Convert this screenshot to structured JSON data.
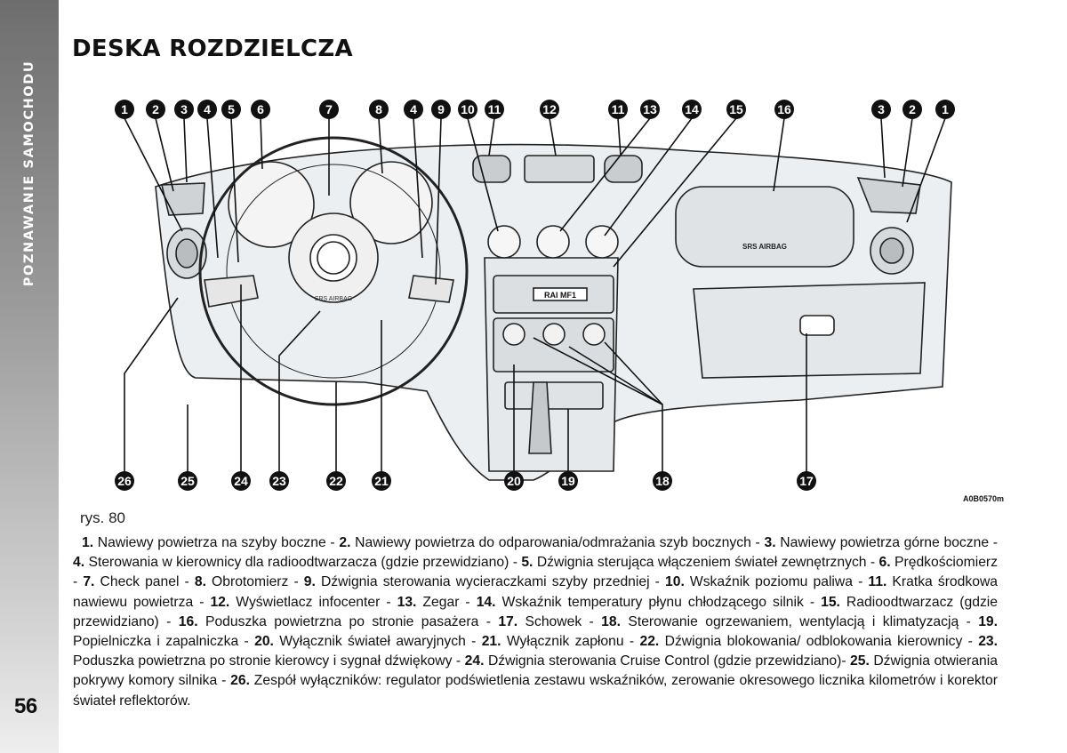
{
  "sidebar": {
    "section_label": "POZNAWANIE SAMOCHODU"
  },
  "page": {
    "number": "56",
    "title": "DESKA ROZDZIELCZA"
  },
  "figure": {
    "code": "A0B0570m",
    "caption": "rys. 80",
    "airbag_label": "SRS AIRBAG",
    "wheel_airbag_label": "SRS AIRBAG",
    "radio_display": "RAI MF1",
    "callouts_top": [
      "1",
      "2",
      "3",
      "4",
      "5",
      "6",
      "7",
      "8",
      "4",
      "9",
      "10",
      "11",
      "12",
      "11",
      "13",
      "14",
      "15",
      "16",
      "3",
      "2",
      "1"
    ],
    "callouts_bottom": [
      "26",
      "25",
      "24",
      "23",
      "22",
      "21",
      "20",
      "19",
      "18",
      "17"
    ]
  },
  "legend": [
    {
      "num": "1.",
      "text": "Nawiewy powietrza na szyby boczne -"
    },
    {
      "num": "2.",
      "text": "Nawiewy powietrza do odparowania/odmrażania szyb bocznych -"
    },
    {
      "num": "3.",
      "text": "Nawiewy powietrza górne boczne -"
    },
    {
      "num": "4.",
      "text": "Sterowania w kierownicy dla radioodtwarzacza (gdzie przewidziano) -"
    },
    {
      "num": "5.",
      "text": "Dźwignia sterująca włączeniem świateł zewnętrznych -"
    },
    {
      "num": "6.",
      "text": "Prędkościomierz -"
    },
    {
      "num": "7.",
      "text": "Check panel -"
    },
    {
      "num": "8.",
      "text": "Obrotomierz -"
    },
    {
      "num": "9.",
      "text": "Dźwignia sterowania wycieraczkami szyby przedniej -"
    },
    {
      "num": "10.",
      "text": "Wskaźnik poziomu paliwa -"
    },
    {
      "num": "11.",
      "text": "Kratka środkowa nawiewu powietrza -"
    },
    {
      "num": "12.",
      "text": "Wyświetlacz infocenter -"
    },
    {
      "num": "13.",
      "text": "Zegar -"
    },
    {
      "num": "14.",
      "text": "Wskaźnik temperatury płynu chłodzącego silnik -"
    },
    {
      "num": "15.",
      "text": "Radioodtwarzacz (gdzie przewidziano) -"
    },
    {
      "num": "16.",
      "text": "Poduszka powietrzna po stronie pasażera -"
    },
    {
      "num": "17.",
      "text": "Schowek -"
    },
    {
      "num": "18.",
      "text": "Sterowanie ogrzewaniem, wentylacją i klimatyzacją -"
    },
    {
      "num": "19.",
      "text": "Popielniczka i zapalniczka -"
    },
    {
      "num": "20.",
      "text": "Wyłącznik świateł awaryjnych -"
    },
    {
      "num": "21.",
      "text": "Wyłącznik zapłonu -"
    },
    {
      "num": "22.",
      "text": "Dźwignia blokowania/ odblokowania kierownicy -"
    },
    {
      "num": "23.",
      "text": "Poduszka powietrzna po stronie kierowcy i sygnał dźwiękowy -"
    },
    {
      "num": "24.",
      "text": "Dźwignia sterowania Cruise Control (gdzie przewidziano)-"
    },
    {
      "num": "25.",
      "text": "Dźwignia otwierania pokrywy komory silnika -"
    },
    {
      "num": "26.",
      "text": "Zespół wyłączników: regulator podświetlenia zestawu wskaźników, zerowanie okresowego licznika kilometrów i korektor świateł reflektorów."
    }
  ]
}
